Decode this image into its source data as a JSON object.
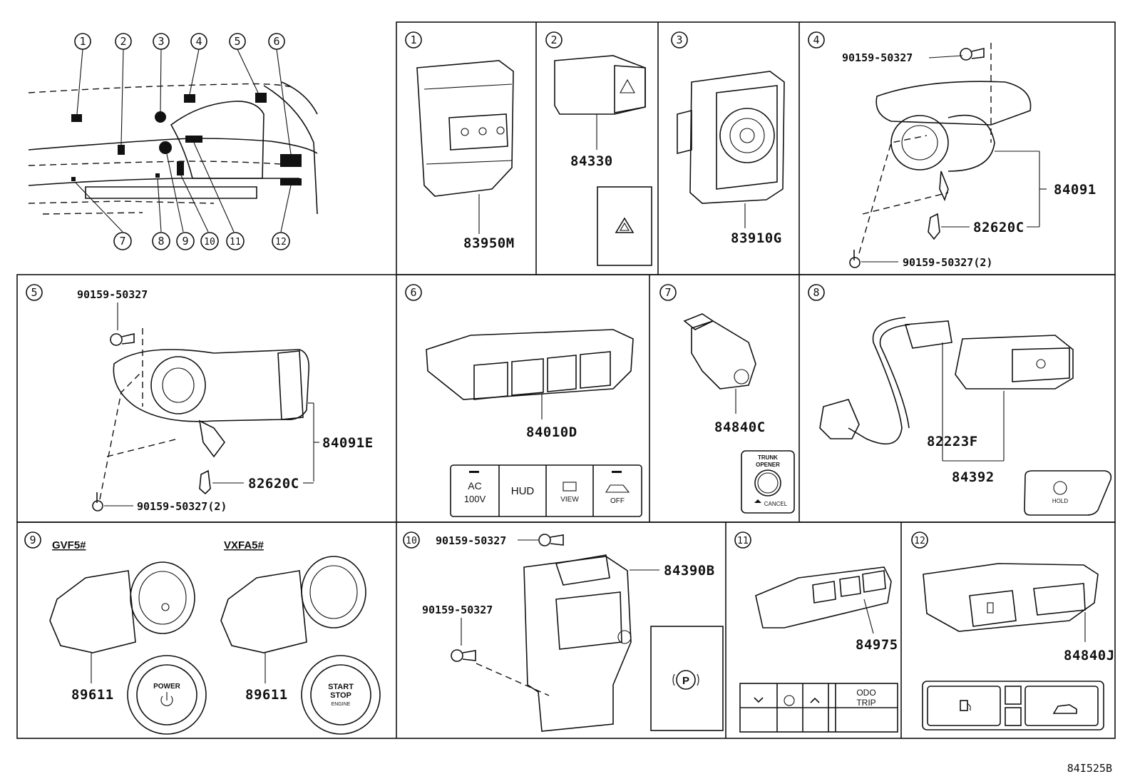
{
  "overview": {
    "callouts": [
      "1",
      "2",
      "3",
      "4",
      "5",
      "6",
      "7",
      "8",
      "9",
      "10",
      "11",
      "12"
    ]
  },
  "panels": [
    {
      "id": "1",
      "parts": [
        "83950M"
      ]
    },
    {
      "id": "2",
      "parts": [
        "84330"
      ]
    },
    {
      "id": "3",
      "parts": [
        "83910G"
      ]
    },
    {
      "id": "4",
      "parts": [
        "90159-50327",
        "84091",
        "82620C",
        "90159-50327(2)"
      ]
    },
    {
      "id": "5",
      "parts": [
        "90159-50327",
        "84091E",
        "82620C",
        "90159-50327(2)"
      ]
    },
    {
      "id": "6",
      "parts": [
        "84010D"
      ],
      "buttons": [
        "AC",
        "100V",
        "HUD",
        "VIEW",
        "OFF"
      ]
    },
    {
      "id": "7",
      "parts": [
        "84840C"
      ],
      "buttons": [
        "TRUNK",
        "OPENER",
        "CANCEL"
      ]
    },
    {
      "id": "8",
      "parts": [
        "82223F",
        "84392"
      ],
      "buttons": [
        "HOLD"
      ]
    },
    {
      "id": "9",
      "parts": [
        "89611",
        "89611"
      ],
      "variants": [
        "GVF5#",
        "VXFA5#"
      ],
      "buttons": [
        "POWER",
        "START",
        "STOP",
        "ENGINE"
      ]
    },
    {
      "id": "10",
      "parts": [
        "90159-50327",
        "84390B",
        "90159-50327"
      ],
      "buttons": [
        "P"
      ]
    },
    {
      "id": "11",
      "parts": [
        "84975"
      ],
      "buttons": [
        "ODO",
        "TRIP"
      ]
    },
    {
      "id": "12",
      "parts": [
        "84840J"
      ]
    }
  ],
  "footer": {
    "code": "84I525B"
  },
  "icons": [
    "hazard-triangle-icon",
    "parking-brake-icon",
    "power-icon",
    "chevron-down-icon",
    "chevron-up-icon",
    "fuel-door-icon",
    "trunk-icon",
    "vehicle-icon"
  ]
}
